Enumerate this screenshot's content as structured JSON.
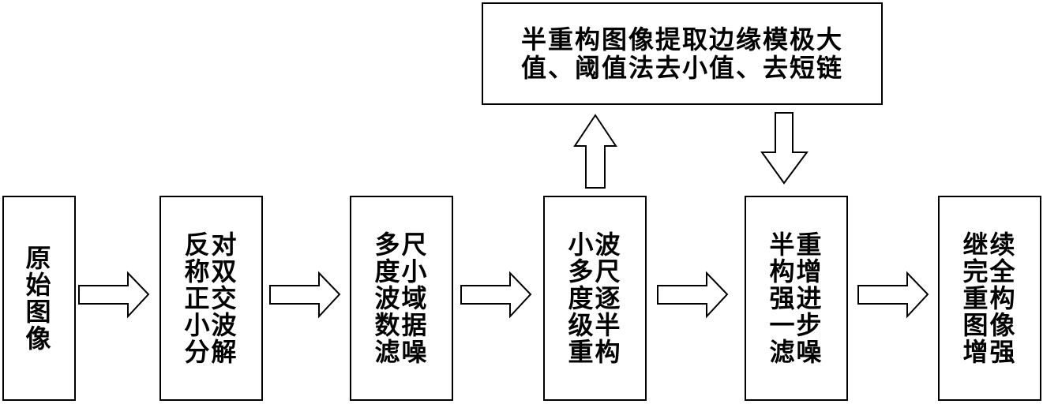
{
  "colors": {
    "stroke": "#000000",
    "fill": "#ffffff"
  },
  "diagram": {
    "top_box": {
      "lines": [
        "半重构图像提取边缘模极大",
        "值、阈值法去小值、去短链"
      ]
    },
    "boxes": [
      {
        "lines": [
          "原",
          "始",
          "图",
          "像"
        ]
      },
      {
        "lines": [
          "反对",
          "称双",
          "正交",
          "小波",
          "分解"
        ]
      },
      {
        "lines": [
          "多尺",
          "度小",
          "波域",
          "数据",
          "滤噪"
        ]
      },
      {
        "lines": [
          "小波",
          "多尺",
          "度逐",
          "级半",
          "重构"
        ]
      },
      {
        "lines": [
          "半重",
          "构增",
          "强进",
          "一步",
          "滤噪"
        ]
      },
      {
        "lines": [
          "继续",
          "完全",
          "重构",
          "图像",
          "增强"
        ]
      }
    ]
  }
}
